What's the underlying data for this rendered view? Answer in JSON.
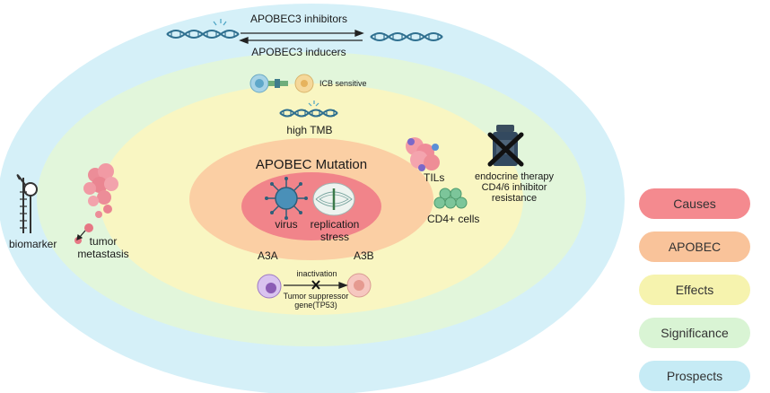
{
  "arrows": {
    "top": "APOBEC3  inhibitors",
    "bottom": "APOBEC3  inducers"
  },
  "labels": {
    "icb": "ICB sensitive",
    "high_tmb": "high TMB",
    "apobec_mutation": "APOBEC  Mutation",
    "virus": "virus",
    "replication_stress_1": "replication",
    "replication_stress_2": "stress",
    "a3a": "A3A",
    "a3b": "A3B",
    "inactivation": "inactivation",
    "tumor_suppressor_1": "Tumor suppressor",
    "tumor_suppressor_2": "gene(TP53)",
    "tils": "TILs",
    "cd4": "CD4+ cells",
    "endocrine_1": "endocrine therapy",
    "endocrine_2": "CD4/6 inhibitor",
    "endocrine_3": "resistance",
    "biomarker": "biomarker",
    "tumor_metastasis_1": "tumor",
    "tumor_metastasis_2": "metastasis"
  },
  "legend": [
    {
      "label": "Causes",
      "color": "#f48a8f"
    },
    {
      "label": "APOBEC",
      "color": "#f9c39a"
    },
    {
      "label": "Effects",
      "color": "#f6f3ae"
    },
    {
      "label": "Significance",
      "color": "#d9f4d4"
    },
    {
      "label": "Prospects",
      "color": "#c6ebf5"
    }
  ],
  "colors": {
    "prospects": "#d5f0f8",
    "significance": "#e2f6db",
    "effects": "#f9f6c2",
    "apobec": "#fbcfa4",
    "causes": "#f1848a",
    "dna": "#2e6f8f"
  }
}
